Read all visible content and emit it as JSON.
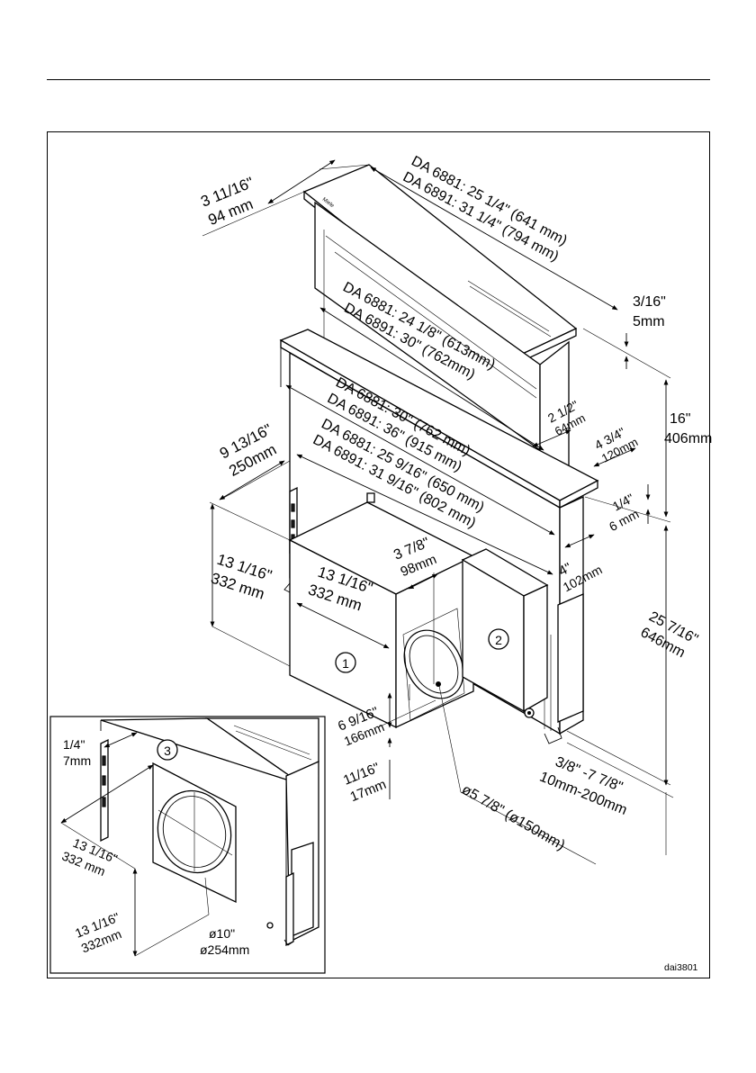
{
  "figure_id": "dai3801",
  "dimensions": {
    "top_depth": {
      "l1": "3 11/16\"",
      "l2": "94 mm"
    },
    "top_width": {
      "l1": "DA 6881: 25 1/4\" (641 mm)",
      "l2": "DA 6891: 31 1/4\" (794 mm)"
    },
    "inner_width": {
      "l1": "DA 6881: 24 1/8\" (613mm)",
      "l2": "DA 6891: 30\" (762mm)"
    },
    "top_thickness": {
      "l1": "3/16\"",
      "l2": "5mm"
    },
    "frame_width": {
      "l1": "DA 6881: 30\" (762 mm)",
      "l2": "DA 6891: 36\" (915 mm)"
    },
    "cutout_width": {
      "l1": "DA 6881: 25 9/16\" (650 mm)",
      "l2": "DA 6891: 31 9/16\" (802 mm)"
    },
    "panel_depth": {
      "l1": "2 1/2\"",
      "l2": "64mm"
    },
    "frame_depth": {
      "l1": "4 3/4\"",
      "l2": "120mm"
    },
    "rise_height": {
      "l1": "16\"",
      "l2": "406mm"
    },
    "frame_thickness": {
      "l1": "1/4\"",
      "l2": "6 mm"
    },
    "side_depth": {
      "l1": "9 13/16\"",
      "l2": "250mm"
    },
    "body_depth": {
      "l1": "4\"",
      "l2": "102mm"
    },
    "fan_height": {
      "l1": "13 1/16\"",
      "l2": "332 mm"
    },
    "fan_width": {
      "l1": "13 1/16\"",
      "l2": "332 mm"
    },
    "spigot_offset": {
      "l1": "3 7/8\"",
      "l2": "98mm"
    },
    "total_depth": {
      "l1": "25 7/16\"",
      "l2": "646mm"
    },
    "spigot_height": {
      "l1": "6 9/16\"",
      "l2": "166mm"
    },
    "spigot_bottom": {
      "l1": "11/16\"",
      "l2": "17mm"
    },
    "worktop_range": {
      "l1": "3/8\" -7 7/8\"",
      "l2": "10mm-200mm"
    },
    "spigot_diameter": {
      "l1": "ø5 7/8\" (ø150mm)"
    }
  },
  "inset": {
    "ref_label": "3",
    "offset": {
      "l1": "1/4\"",
      "l2": "7mm"
    },
    "width": {
      "l1": "13 1/16\"",
      "l2": "332 mm"
    },
    "height": {
      "l1": "13 1/16\"",
      "l2": "332mm"
    },
    "diameter": {
      "l1": "ø10\"",
      "l2": "ø254mm"
    }
  },
  "component_labels": [
    "1",
    "2"
  ]
}
